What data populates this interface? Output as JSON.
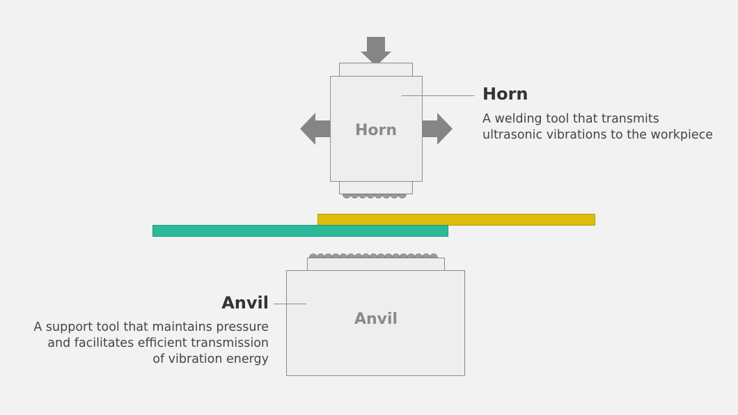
{
  "diagram": {
    "horn": {
      "box_label": "Horn",
      "title": "Horn",
      "description_lines": [
        "A welding tool that transmits",
        "ultrasonic vibrations to the workpiece"
      ]
    },
    "anvil": {
      "box_label": "Anvil",
      "title": "Anvil",
      "description_lines": [
        "A support tool that maintains pressure",
        "and facilitates efficient transmission",
        "of vibration energy"
      ]
    },
    "workpieces": [
      {
        "name": "upper-sheet",
        "color": "#dcbd0a"
      },
      {
        "name": "lower-sheet",
        "color": "#2bb99a"
      }
    ],
    "colors": {
      "background": "#f2f2f2",
      "tool_fill": "#eeeeee",
      "tool_stroke": "#8a8a8a",
      "arrow": "#858585"
    }
  }
}
